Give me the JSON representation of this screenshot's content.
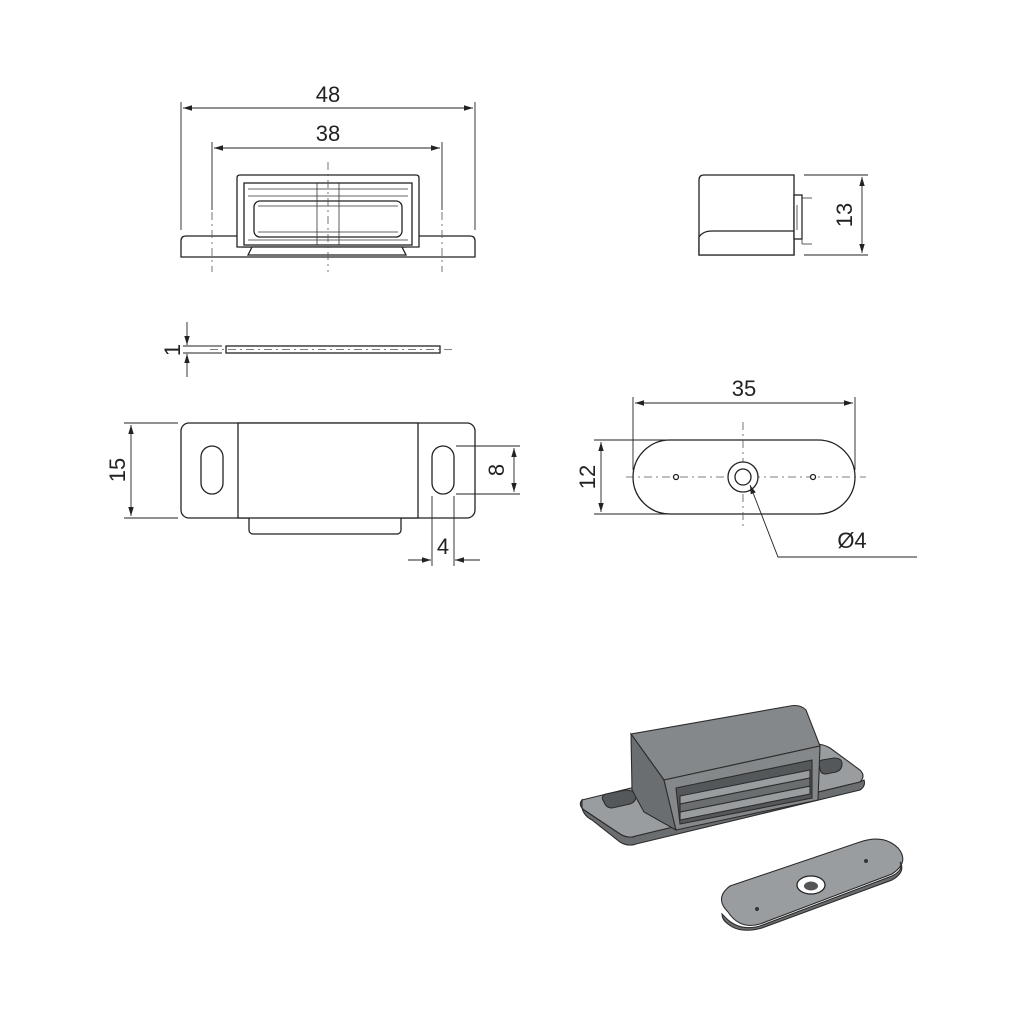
{
  "dimensions": {
    "overall_length": "48",
    "housing_length": "38",
    "height": "13",
    "plate_thickness": "1",
    "width": "15",
    "slot_length": "8",
    "slot_width": "4",
    "plate_length": "35",
    "plate_width": "12",
    "hole_diameter": "Ø4"
  }
}
